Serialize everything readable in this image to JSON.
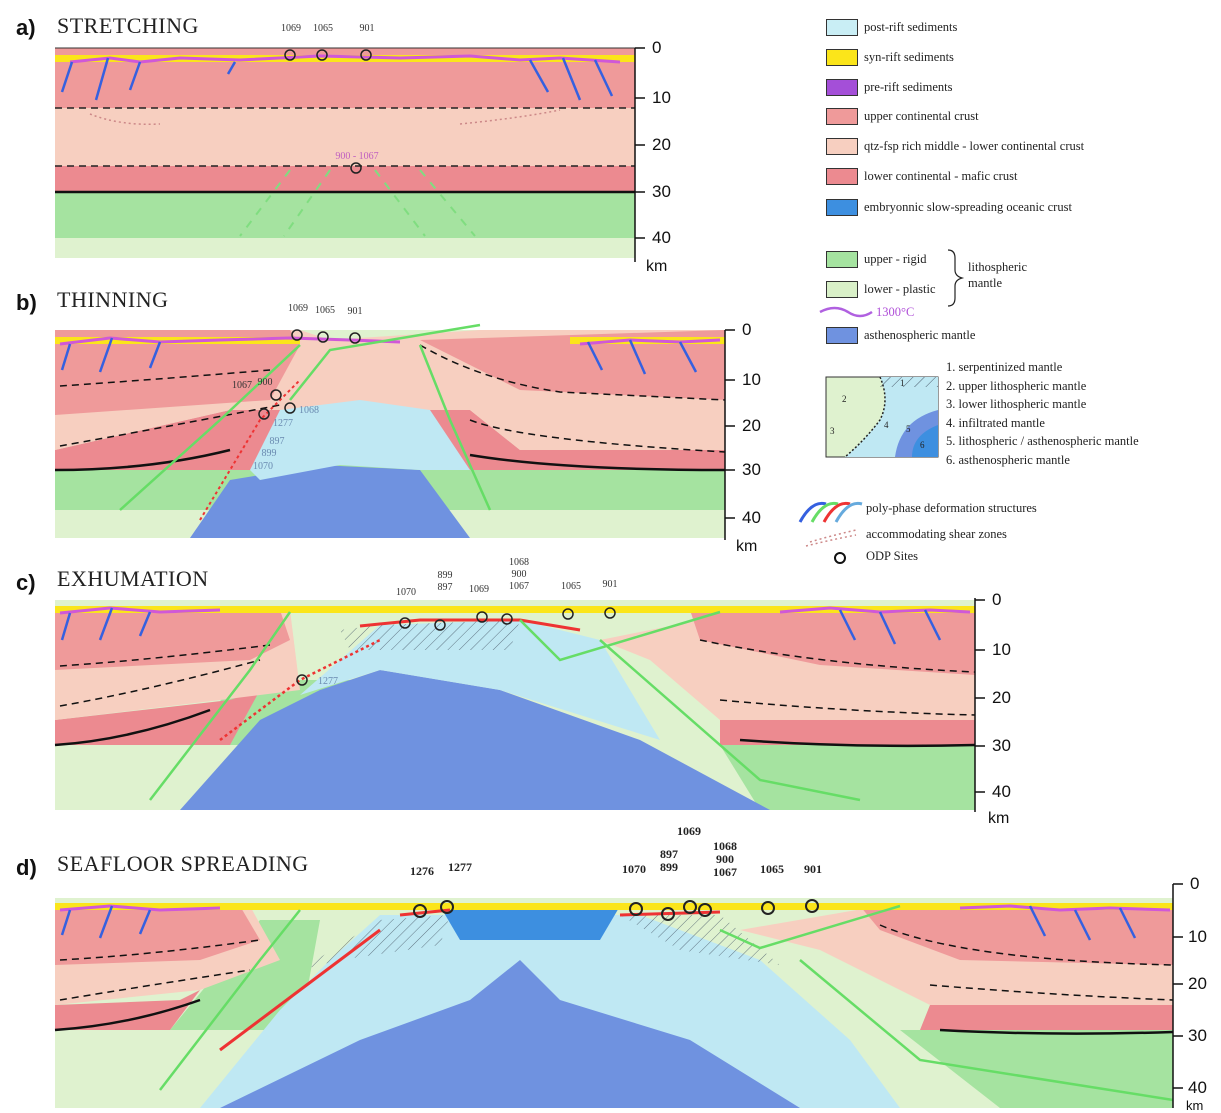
{
  "panels": [
    {
      "letter": "a)",
      "title": "STRETCHING"
    },
    {
      "letter": "b)",
      "title": "THINNING"
    },
    {
      "letter": "c)",
      "title": "EXHUMATION"
    },
    {
      "letter": "d)",
      "title": "SEAFLOOR SPREADING"
    }
  ],
  "depth_ticks": [
    "0",
    "10",
    "20",
    "30",
    "40"
  ],
  "depth_unit": "km",
  "sites": {
    "a": [
      "1069",
      "1065",
      "901",
      "900 - 1067"
    ],
    "b": [
      "1069",
      "1065",
      "901",
      "1067",
      "900",
      "1068",
      "1277",
      "897",
      "899",
      "1070"
    ],
    "c": [
      "1070",
      "899",
      "897",
      "1069",
      "1068",
      "900",
      "1067",
      "1065",
      "901",
      "1277"
    ],
    "d": [
      "1276",
      "1277",
      "1070",
      "897",
      "899",
      "1069",
      "1068",
      "900",
      "1067",
      "1065",
      "901"
    ]
  },
  "legend": {
    "items": [
      {
        "label": "post-rift sediments",
        "color": "#c9eef5"
      },
      {
        "label": "syn-rift sediments",
        "color": "#fbe51a"
      },
      {
        "label": "pre-rift sediments",
        "color": "#a44fd8"
      },
      {
        "label": "upper continental crust",
        "color": "#ef9a9a"
      },
      {
        "label": "qtz-fsp rich middle - lower continental crust",
        "color": "#f7cfc0"
      },
      {
        "label": "lower continental - mafic crust",
        "color": "#ec8a90"
      },
      {
        "label": "embryonnic slow-spreading oceanic crust",
        "color": "#3d8fe0"
      }
    ],
    "mantle_items": [
      {
        "label": "upper - rigid",
        "color": "#a5e3a0"
      },
      {
        "label": "lower - plastic",
        "color": "#d9f0c8"
      }
    ],
    "mantle_group": "lithospheric\nmantle",
    "isotherm": "1300°C",
    "asthenosphere": {
      "label": "asthenospheric mantle",
      "color": "#6f92e0"
    },
    "numbered": [
      "1. serpentinized mantle",
      "2. upper lithospheric mantle",
      "3. lower lithospheric mantle",
      "4. infiltrated mantle",
      "5. lithospheric / asthenospheric mantle",
      "6. asthenospheric mantle"
    ],
    "inset_numbers": [
      "1",
      "2",
      "3",
      "4",
      "5",
      "6"
    ],
    "symbols": [
      {
        "label": "poly-phase deformation structures"
      },
      {
        "label": "accommodating shear zones"
      },
      {
        "label": "ODP Sites"
      }
    ]
  }
}
